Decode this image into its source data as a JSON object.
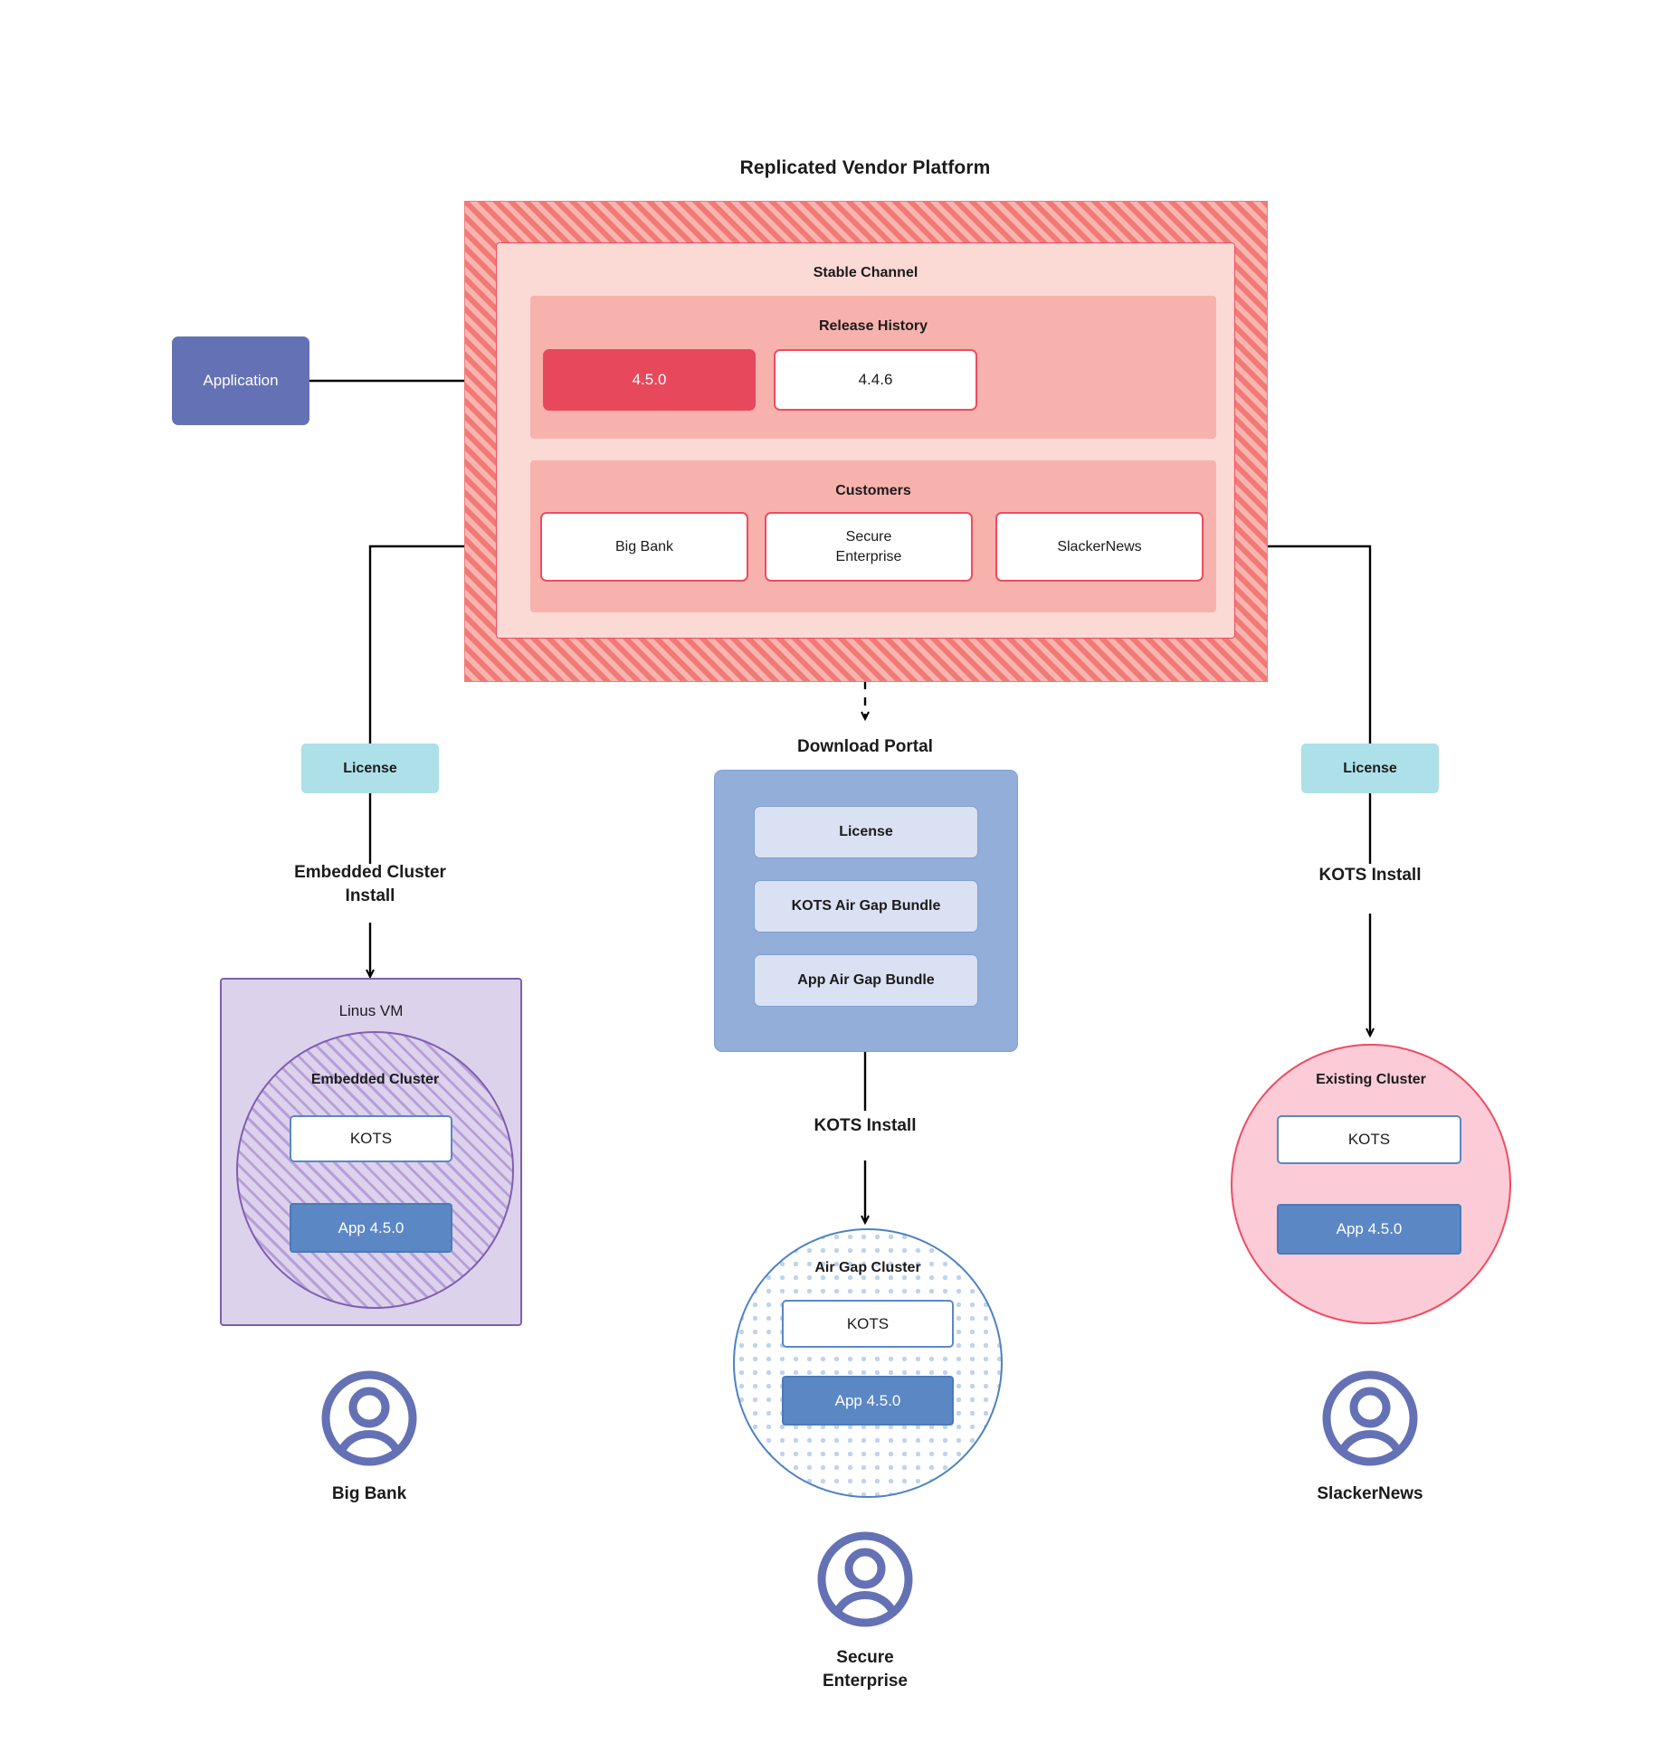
{
  "diagram": {
    "title": "Replicated Vendor Platform"
  },
  "application": {
    "label": "Application"
  },
  "platform": {
    "title": "Replicated Vendor Platform",
    "channel": {
      "title": "Stable Channel",
      "release_history": {
        "title": "Release History",
        "releases": [
          {
            "version": "4.5.0",
            "state": "current"
          },
          {
            "version": "4.4.6",
            "state": "previous"
          }
        ]
      },
      "customers_panel": {
        "title": "Customers",
        "customers": [
          {
            "name": "Big Bank"
          },
          {
            "name": "Secure\nEnterprise"
          },
          {
            "name": "SlackerNews"
          }
        ]
      }
    }
  },
  "branches": {
    "left": {
      "license_label": "License",
      "install_label": "Embedded Cluster\nInstall",
      "host": {
        "title": "Linus VM",
        "cluster_title": "Embedded Cluster",
        "kots_label": "KOTS",
        "app_label": "App 4.5.0"
      },
      "customer_label": "Big Bank"
    },
    "middle": {
      "portal_title": "Download  Portal",
      "portal_items": [
        {
          "label": "License"
        },
        {
          "label": "KOTS Air Gap Bundle"
        },
        {
          "label": "App Air Gap Bundle"
        }
      ],
      "install_label": "KOTS Install",
      "cluster_title": "Air Gap Cluster",
      "kots_label": "KOTS",
      "app_label": "App 4.5.0",
      "customer_label": "Secure\nEnterprise"
    },
    "right": {
      "license_label": "License",
      "install_label": "KOTS Install",
      "cluster_title": "Existing Cluster",
      "kots_label": "KOTS",
      "app_label": "App 4.5.0",
      "customer_label": "SlackerNews"
    }
  },
  "colors": {
    "platform_hatch": "#f28a86",
    "channel_fill": "#fbd9d5",
    "panel_fill": "#f8b2ad",
    "release_current": "#e8485c",
    "accent_red": "#ef4b5f",
    "application_blue": "#6571b5",
    "license_teal": "#ade0e8",
    "portal_blue": "#93aed9",
    "portal_item": "#d9e1f3",
    "vm_purple": "#ddd2ec",
    "vm_border": "#7e5fb0",
    "airgap_border": "#4d82c3",
    "existing_cluster_fill": "#fbccd8",
    "kots_border": "#5b87c5",
    "app_fill": "#5b87c5",
    "avatar": "#6571b5"
  }
}
